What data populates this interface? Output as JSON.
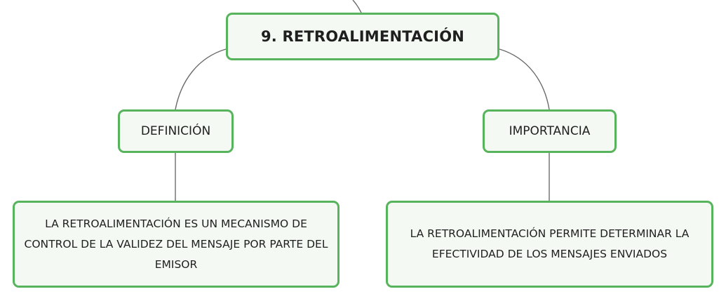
{
  "root": {
    "label": "9. RETROALIMENTACIÓN"
  },
  "branches": [
    {
      "label": "DEFINICIÓN",
      "detail": "LA RETROALIMENTACIÓN ES UN MECANISMO DE CONTROL DE LA VALIDEZ DEL MENSAJE POR PARTE DEL EMISOR"
    },
    {
      "label": "IMPORTANCIA",
      "detail": "LA RETROALIMENTACIÓN PERMITE DETERMINAR LA EFECTIVIDAD DE LOS MENSAJES ENVIADOS"
    }
  ],
  "colors": {
    "node_border": "#58b35d",
    "node_fill": "#f4faf3",
    "connector": "#6b6b6b",
    "text": "#1f1f1f"
  }
}
